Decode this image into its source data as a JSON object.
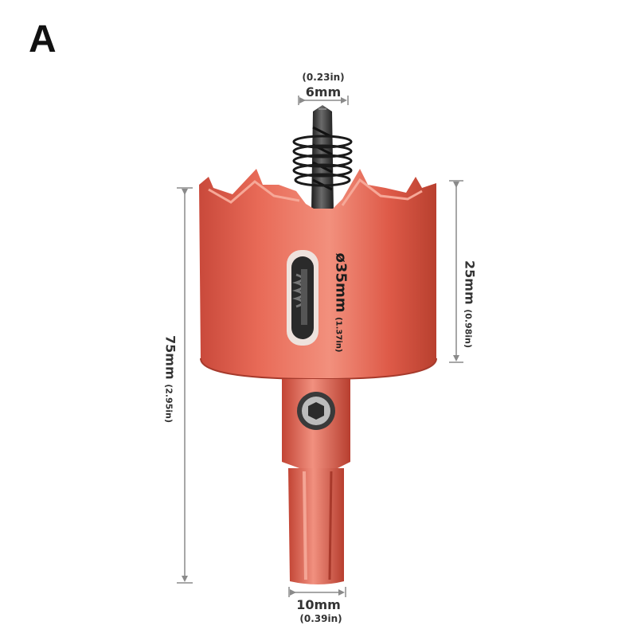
{
  "product": {
    "variant_label": "A",
    "colors": {
      "body": "#e25d4c",
      "body_dark": "#c2473a",
      "body_light": "#f08a78",
      "steel": "#3a3a3a",
      "dim_line": "#8a8a8a"
    }
  },
  "dimensions": {
    "pilot_bit_width": {
      "mm": "6mm",
      "in": "(0.23in)"
    },
    "shank_width": {
      "mm": "10mm",
      "in": "(0.39in)"
    },
    "total_length": {
      "mm": "75mm",
      "in": "(2.95in)"
    },
    "cutting_depth": {
      "mm": "25mm",
      "in": "(0.98in)"
    },
    "cutter_diameter": {
      "mm": "ø35mm",
      "in": "(1.37in)"
    }
  },
  "icons": [
    "hex-socket-screw-icon",
    "spring-icon",
    "twist-drill-bit-icon"
  ]
}
